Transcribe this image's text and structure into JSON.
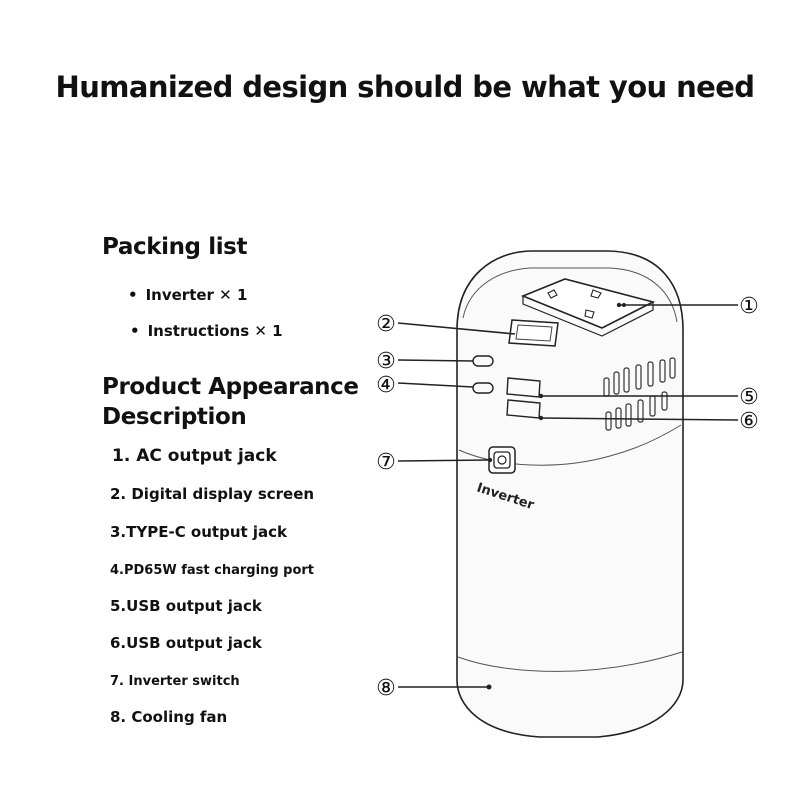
{
  "heading": "Humanized design should be what you need",
  "packing": {
    "title": "Packing list",
    "items": [
      "Inverter ✕ 1",
      "Instructions ✕ 1"
    ],
    "bullet": "•"
  },
  "appearance": {
    "title_line1": "Product Appearance",
    "title_line2": "Description",
    "items": [
      "1. AC output jack",
      "2. Digital display screen",
      "3.TYPE-C output jack",
      "4.PD65W fast charging port",
      "5.USB output jack",
      "6.USB output jack",
      "7. Inverter switch",
      "8. Cooling fan"
    ]
  },
  "device": {
    "brand_label": "Inverter",
    "callouts": [
      "①",
      "②",
      "③",
      "④",
      "⑤",
      "⑥",
      "⑦",
      "⑧"
    ]
  }
}
